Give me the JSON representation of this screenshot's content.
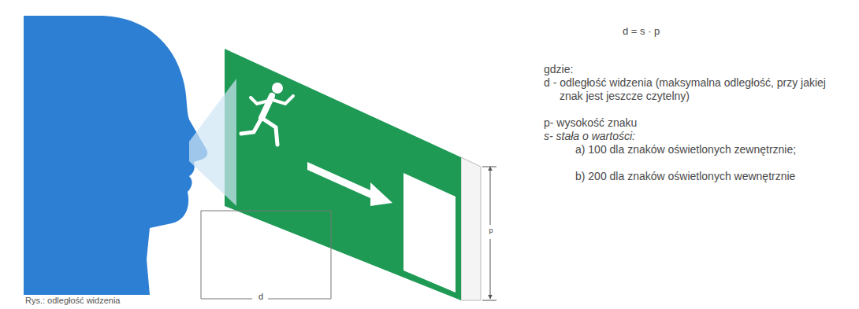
{
  "diagram": {
    "caption": "Rys.: odległość widzenia",
    "labels": [
      "d",
      "p",
      "d = s · p",
      "gdzie:",
      "d - odległość widzenia (maksymalna odległość, przy jakiej znak jest jeszcze czytelny)",
      "p- wysokość znaku",
      "s- stała o wartości:",
      "a) 100 dla znaków oświetlonych zewnętrznie;",
      "b) 200 dla znaków oświetlonych wewnętrznie"
    ]
  }
}
